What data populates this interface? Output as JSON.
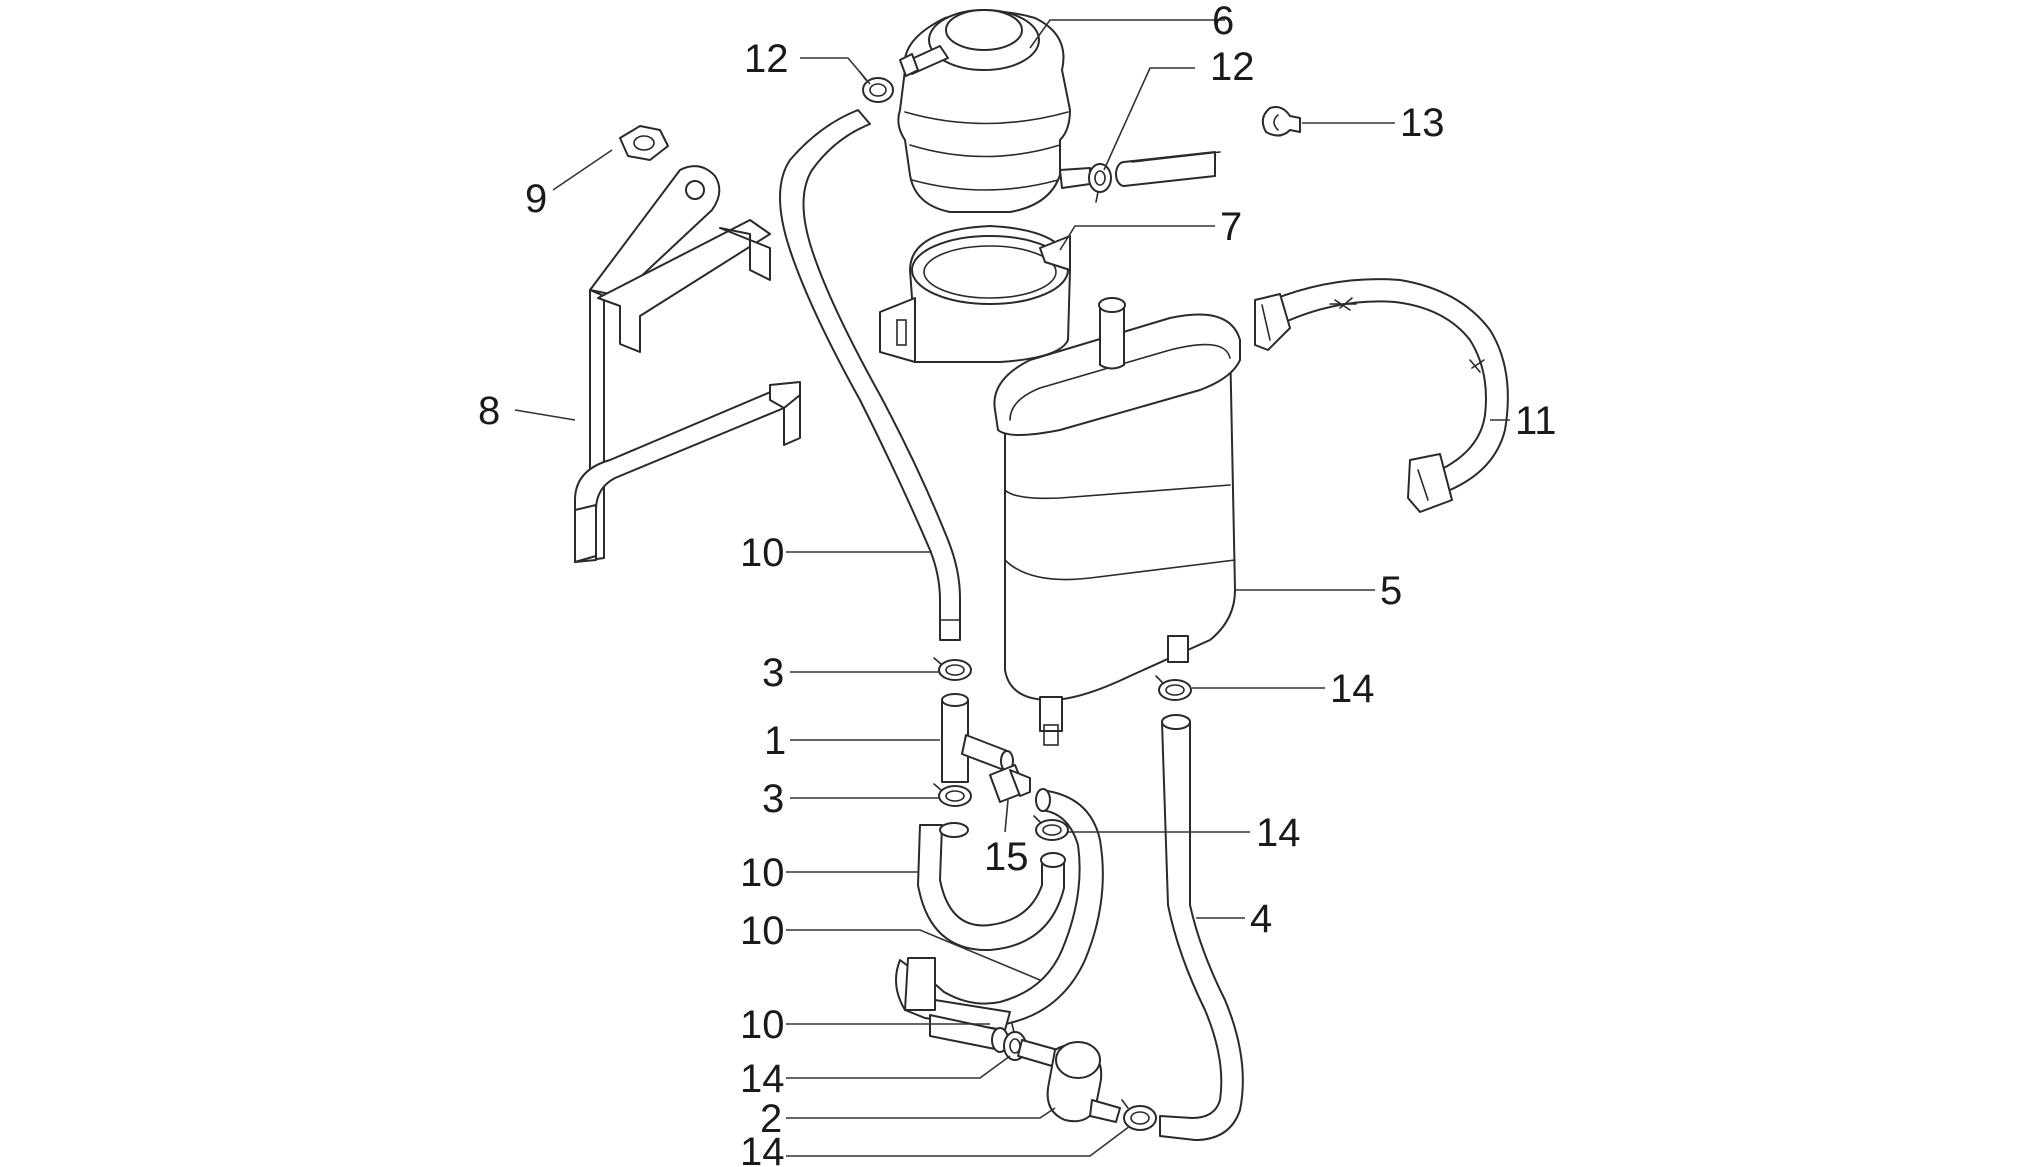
{
  "diagram": {
    "colors": {
      "line": "#2a2a2a",
      "fill": "#ffffff",
      "shade": "#f2f2f2",
      "text": "#1a1a1a"
    },
    "callouts": {
      "c1": "1",
      "c2": "2",
      "c3a": "3",
      "c3b": "3",
      "c4": "4",
      "c5": "5",
      "c6": "6",
      "c7": "7",
      "c8": "8",
      "c9": "9",
      "c10a": "10",
      "c10b": "10",
      "c10c": "10",
      "c10d": "10",
      "c11": "11",
      "c12a": "12",
      "c12b": "12",
      "c13": "13",
      "c14a": "14",
      "c14b": "14",
      "c14c": "14",
      "c14d": "14",
      "c15": "15"
    }
  }
}
